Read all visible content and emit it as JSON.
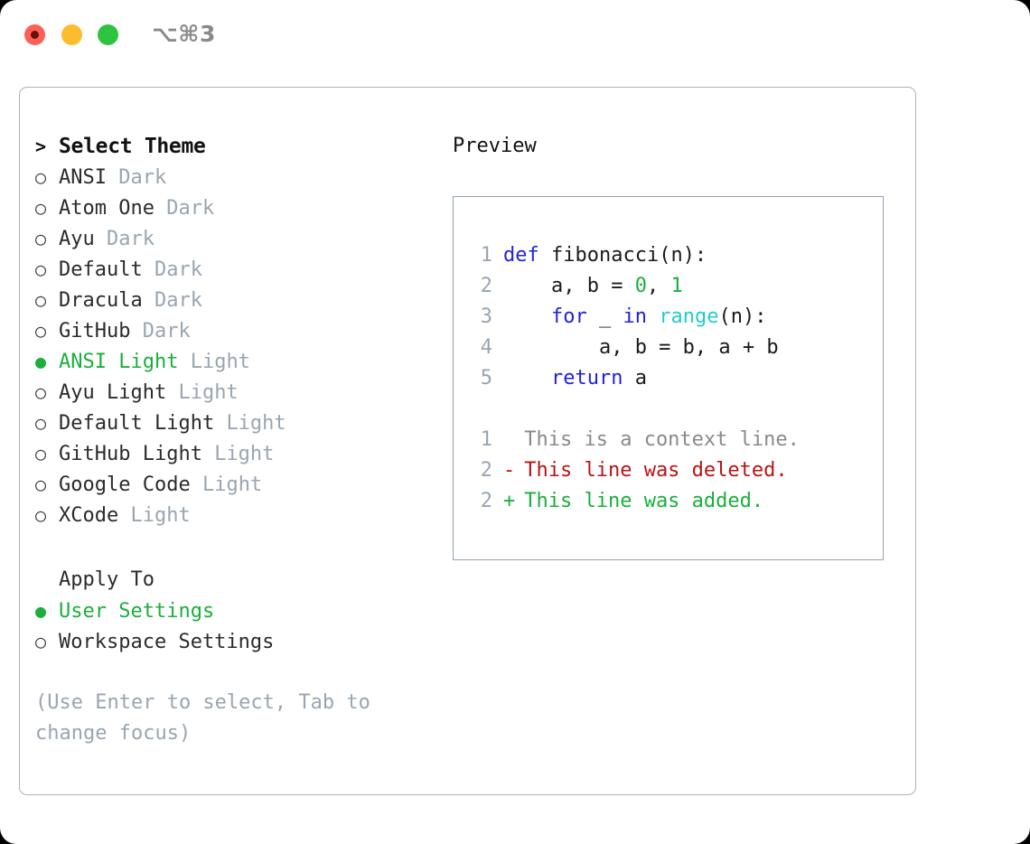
{
  "window": {
    "titlebar": {
      "shortcut": "⌥⌘3",
      "buttons": [
        {
          "name": "close",
          "color": "#fc6058"
        },
        {
          "name": "minimize",
          "color": "#fdbc2e"
        },
        {
          "name": "maximize",
          "color": "#2dc53f"
        }
      ]
    }
  },
  "colors": {
    "accent_green": "#1aaf3c",
    "keyword_blue": "#2222dd",
    "function_cyan": "#22cccc",
    "muted_gray": "#9aa5b1",
    "diff_delete_red": "#b81414",
    "panel_border": "#aab4c0",
    "text": "#2b2b2b"
  },
  "theme_picker": {
    "header_prompt": ">",
    "header_label": "Select Theme",
    "bullet_unselected": "○",
    "bullet_selected": "●",
    "items": [
      {
        "name": "ANSI",
        "variant": "Dark",
        "selected": false
      },
      {
        "name": "Atom One",
        "variant": "Dark",
        "selected": false
      },
      {
        "name": "Ayu",
        "variant": "Dark",
        "selected": false
      },
      {
        "name": "Default",
        "variant": "Dark",
        "selected": false
      },
      {
        "name": "Dracula",
        "variant": "Dark",
        "selected": false
      },
      {
        "name": "GitHub",
        "variant": "Dark",
        "selected": false
      },
      {
        "name": "ANSI Light",
        "variant": "Light",
        "selected": true
      },
      {
        "name": "Ayu Light",
        "variant": "Light",
        "selected": false
      },
      {
        "name": "Default Light",
        "variant": "Light",
        "selected": false
      },
      {
        "name": "GitHub Light",
        "variant": "Light",
        "selected": false
      },
      {
        "name": "Google Code",
        "variant": "Light",
        "selected": false
      },
      {
        "name": "XCode",
        "variant": "Light",
        "selected": false
      }
    ]
  },
  "apply_to": {
    "label": "Apply To",
    "options": [
      {
        "name": "User Settings",
        "selected": true
      },
      {
        "name": "Workspace Settings",
        "selected": false
      }
    ]
  },
  "hint": "(Use Enter to select, Tab to change focus)",
  "preview": {
    "title": "Preview",
    "code_lines": [
      {
        "n": "1",
        "tokens": [
          {
            "t": "def",
            "c": "kw"
          },
          {
            "t": " fibonacci(n):",
            "c": "plain"
          }
        ]
      },
      {
        "n": "2",
        "tokens": [
          {
            "t": "    a, b = ",
            "c": "plain"
          },
          {
            "t": "0",
            "c": "num"
          },
          {
            "t": ", ",
            "c": "plain"
          },
          {
            "t": "1",
            "c": "num"
          }
        ]
      },
      {
        "n": "3",
        "tokens": [
          {
            "t": "    ",
            "c": "plain"
          },
          {
            "t": "for",
            "c": "kw"
          },
          {
            "t": " _ ",
            "c": "plain"
          },
          {
            "t": "in",
            "c": "kw"
          },
          {
            "t": " ",
            "c": "plain"
          },
          {
            "t": "range",
            "c": "fn"
          },
          {
            "t": "(n):",
            "c": "plain"
          }
        ]
      },
      {
        "n": "4",
        "tokens": [
          {
            "t": "        a, b = b, a + b",
            "c": "plain"
          }
        ]
      },
      {
        "n": "5",
        "tokens": [
          {
            "t": "    ",
            "c": "plain"
          },
          {
            "t": "return",
            "c": "kw"
          },
          {
            "t": " a",
            "c": "plain"
          }
        ]
      }
    ],
    "diff_lines": [
      {
        "n": "1",
        "marker": " ",
        "text": " This is a context line.",
        "kind": "diff-ctx"
      },
      {
        "n": "2",
        "marker": "-",
        "text": " This line was deleted.",
        "kind": "diff-del"
      },
      {
        "n": "2",
        "marker": "+",
        "text": " This line was added.",
        "kind": "diff-add"
      }
    ]
  }
}
